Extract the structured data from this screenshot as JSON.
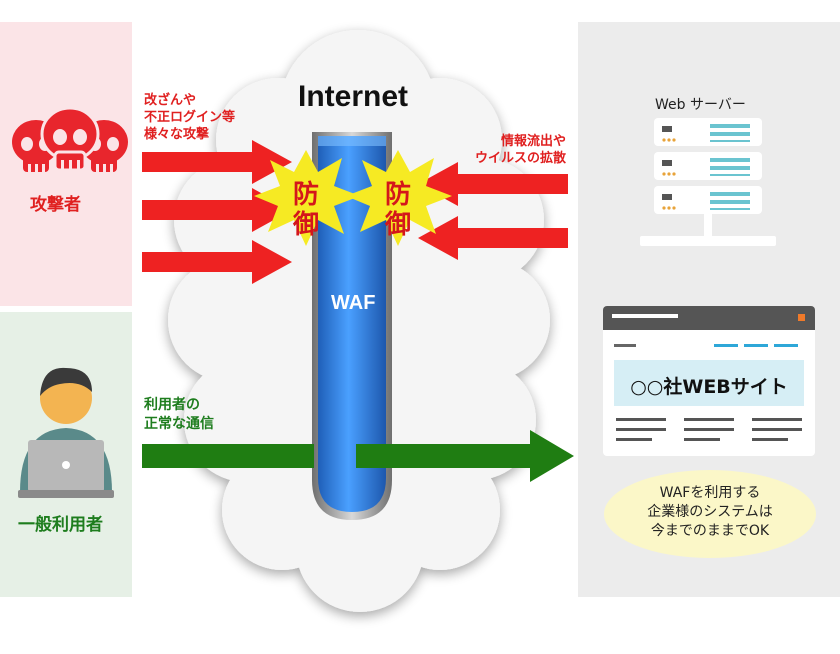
{
  "attacker": {
    "label": "攻撃者",
    "attacks_text": [
      "改ざんや",
      "不正ログイン等",
      "様々な攻撃"
    ]
  },
  "user": {
    "label": "一般利用者",
    "traffic_text": [
      "利用者の",
      "正常な通信"
    ]
  },
  "internet": {
    "label": "Internet"
  },
  "waf": {
    "label": "WAF"
  },
  "defense": {
    "left": [
      "防",
      "御"
    ],
    "right": [
      "防",
      "御"
    ]
  },
  "leak_text": [
    "情報流出や",
    "ウイルスの拡散"
  ],
  "server": {
    "title": "Web サーバー"
  },
  "website": {
    "title": "○○社WEBサイト"
  },
  "note": {
    "lines": [
      "WAFを利用する",
      "企業様のシステムは",
      "今までのままでOK"
    ]
  },
  "colors": {
    "attack_red": "#ee2222",
    "normal_green": "#1f7d12",
    "waf_blue": "#2f7fe0",
    "server_teal": "#6bc4d0",
    "note_yellow": "#fbf7c8"
  },
  "icons": [
    "skull-icon",
    "person-laptop-icon",
    "server-icon",
    "browser-window-icon",
    "cloud-icon",
    "burst-icon"
  ]
}
